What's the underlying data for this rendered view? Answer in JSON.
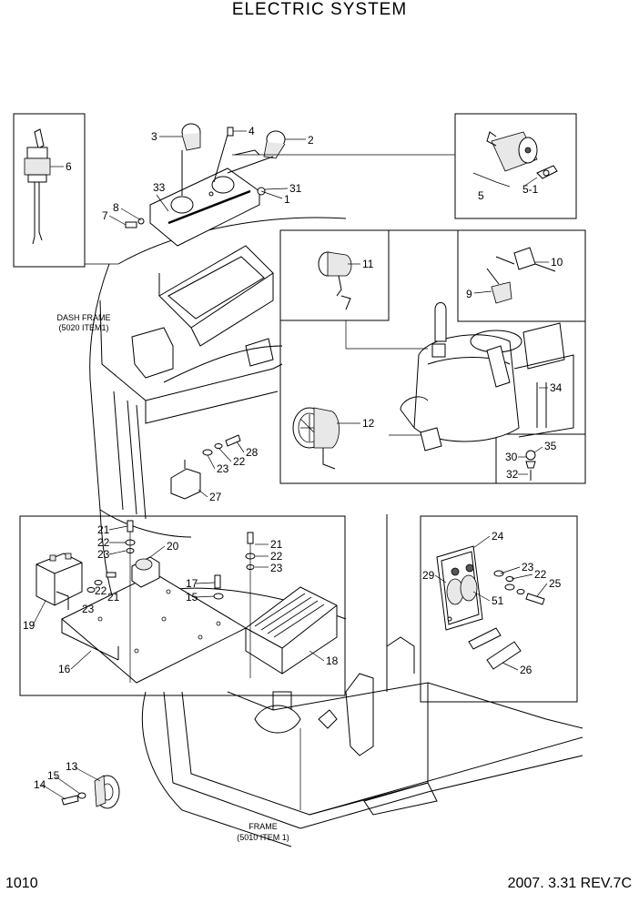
{
  "header": {
    "title": "ELECTRIC SYSTEM"
  },
  "footer": {
    "page_number": "1010",
    "revision": "2007. 3.31  REV.7C"
  },
  "notes": {
    "dash_frame_line1": "DASH FRAME",
    "dash_frame_line2": "(5020 ITEM1)",
    "frame_line1": "FRAME",
    "frame_line2": "(5010 ITEM 1)"
  },
  "callouts": [
    "1",
    "2",
    "3",
    "4",
    "5",
    "5-1",
    "6",
    "7",
    "8",
    "9",
    "10",
    "11",
    "12",
    "13",
    "14",
    "15",
    "16",
    "17",
    "15",
    "18",
    "19",
    "20",
    "21",
    "22",
    "23",
    "21",
    "22",
    "23",
    "21",
    "22",
    "23",
    "24",
    "22",
    "23",
    "25",
    "26",
    "27",
    "23",
    "22",
    "28",
    "29",
    "51",
    "30",
    "35",
    "32",
    "31",
    "33",
    "34"
  ],
  "icons": [
    "toggle-switch-icon",
    "key-switch-icon",
    "indicator-lamp-icon",
    "work-lamp-icon",
    "head-lamp-icon",
    "horn-icon",
    "relay-icon",
    "controller-icon",
    "fuse-block-icon",
    "contactor-icon",
    "seat-switch-icon"
  ]
}
